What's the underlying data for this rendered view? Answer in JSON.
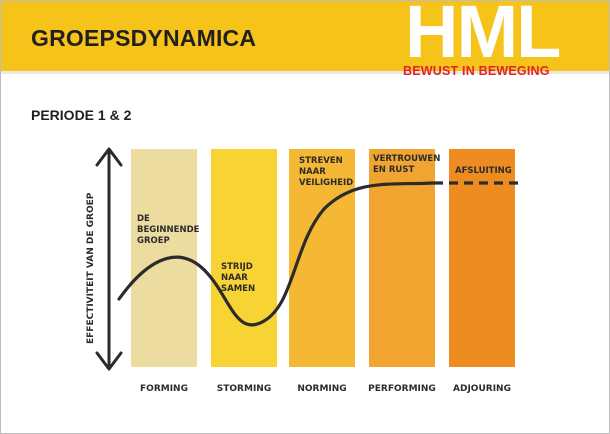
{
  "slide": {
    "title": "GROEPSDYNAMICA",
    "logo_text": "HML",
    "logo_tagline": "BEWUST IN BEWEGING",
    "subtitle": "PERIODE 1 & 2"
  },
  "diagram": {
    "y_axis_label": "EFFECTIVITEIT VAN DE GROEP",
    "phases": [
      {
        "name": "FORMING",
        "caption": [
          "DE",
          "BEGINNENDE",
          "GROEP"
        ],
        "color": "#ecdca0"
      },
      {
        "name": "STORMING",
        "caption": [
          "STRIJD",
          "NAAR",
          "SAMEN"
        ],
        "color": "#f7d334"
      },
      {
        "name": "NORMING",
        "caption": [
          "STREVEN",
          "NAAR",
          "VEILIGHEID"
        ],
        "color": "#f4b834"
      },
      {
        "name": "PERFORMING",
        "caption": [
          "VERTROUWEN",
          "EN RUST"
        ],
        "color": "#f1a530"
      },
      {
        "name": "ADJOURING",
        "caption": [
          "AFSLUITING"
        ],
        "color": "#ee8c22"
      }
    ]
  }
}
